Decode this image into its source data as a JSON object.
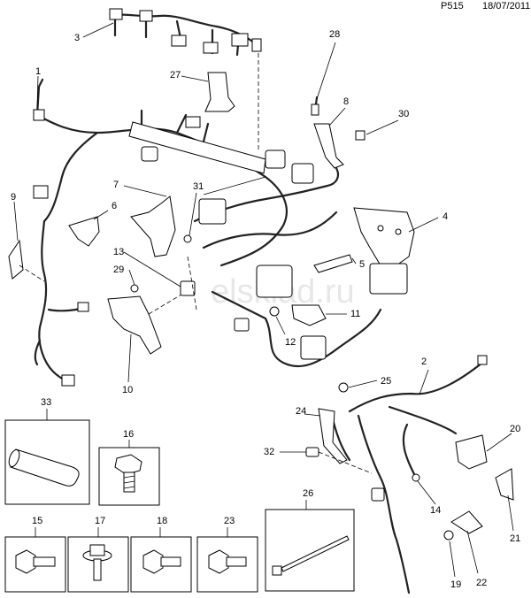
{
  "header": {
    "code": "P515",
    "date": "18/07/2011"
  },
  "watermark": "elsklad.ru",
  "callouts": [
    "1",
    "2",
    "3",
    "4",
    "5",
    "6",
    "7",
    "8",
    "9",
    "10",
    "11",
    "12",
    "13",
    "14",
    "15",
    "16",
    "17",
    "18",
    "19",
    "20",
    "21",
    "22",
    "23",
    "24",
    "25",
    "26",
    "27",
    "28",
    "29",
    "30",
    "31",
    "32",
    "33"
  ],
  "accent_color": "#000000"
}
